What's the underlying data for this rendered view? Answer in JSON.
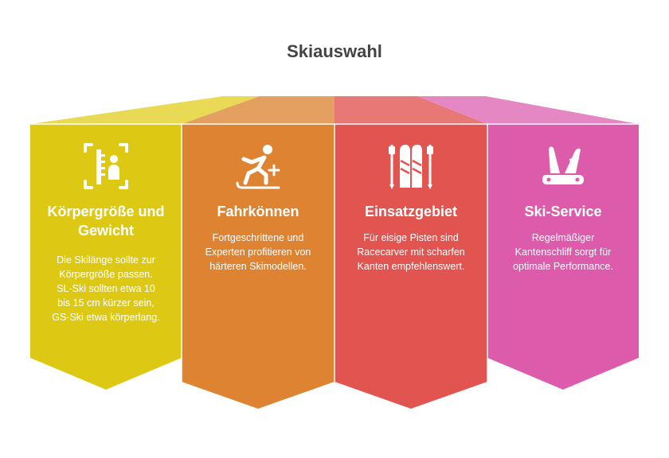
{
  "title": "Skiauswahl",
  "columns": [
    {
      "heading": "Körpergröße und Gewicht",
      "text": "Die Skilänge sollte zur Körpergröße passen. SL-Ski sollten etwa 10 bis 15 cm kürzer sein, GS-Ski etwa körperlang.",
      "icon": "ruler-height-icon",
      "color": "#DDC914"
    },
    {
      "heading": "Fahrkönnen",
      "text": "Fortgeschrittene und Experten profitieren von härteren Skimodellen.",
      "icon": "skier-icon",
      "color": "#DE8331"
    },
    {
      "heading": "Einsatzgebiet",
      "text": "Für eisige Pisten sind Racecarver mit scharfen Kanten empfehlenswert.",
      "icon": "skis-poles-icon",
      "color": "#E25450"
    },
    {
      "heading": "Ski-Service",
      "text": "Regelmäßiger Kantenschliff sorgt für optimale Performance.",
      "icon": "ski-service-tool-icon",
      "color": "#DC5BAA"
    }
  ]
}
